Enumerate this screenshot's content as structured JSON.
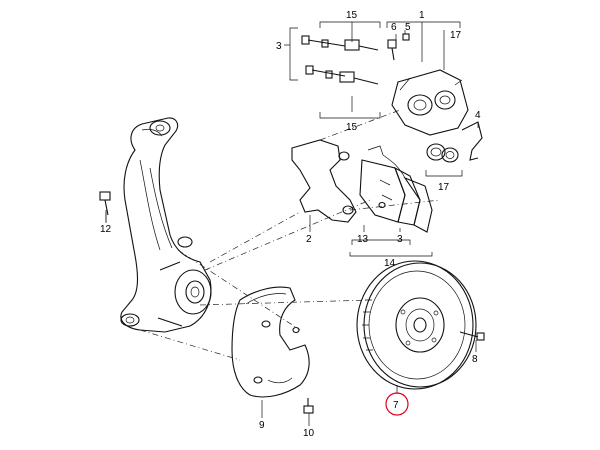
{
  "diagram": {
    "callouts": [
      {
        "id": "c1",
        "label": "1"
      },
      {
        "id": "c2",
        "label": "2"
      },
      {
        "id": "c3a",
        "label": "3"
      },
      {
        "id": "c3b",
        "label": "3"
      },
      {
        "id": "c4",
        "label": "4"
      },
      {
        "id": "c5",
        "label": "5"
      },
      {
        "id": "c6",
        "label": "6"
      },
      {
        "id": "c7",
        "label": "7",
        "highlighted": true
      },
      {
        "id": "c8",
        "label": "8"
      },
      {
        "id": "c9",
        "label": "9"
      },
      {
        "id": "c10",
        "label": "10"
      },
      {
        "id": "c12",
        "label": "12"
      },
      {
        "id": "c13",
        "label": "13"
      },
      {
        "id": "c14",
        "label": "14"
      },
      {
        "id": "c15a",
        "label": "15"
      },
      {
        "id": "c15b",
        "label": "15"
      },
      {
        "id": "c17a",
        "label": "17"
      },
      {
        "id": "c17b",
        "label": "17"
      }
    ],
    "highlight_color": "#e0001b"
  }
}
